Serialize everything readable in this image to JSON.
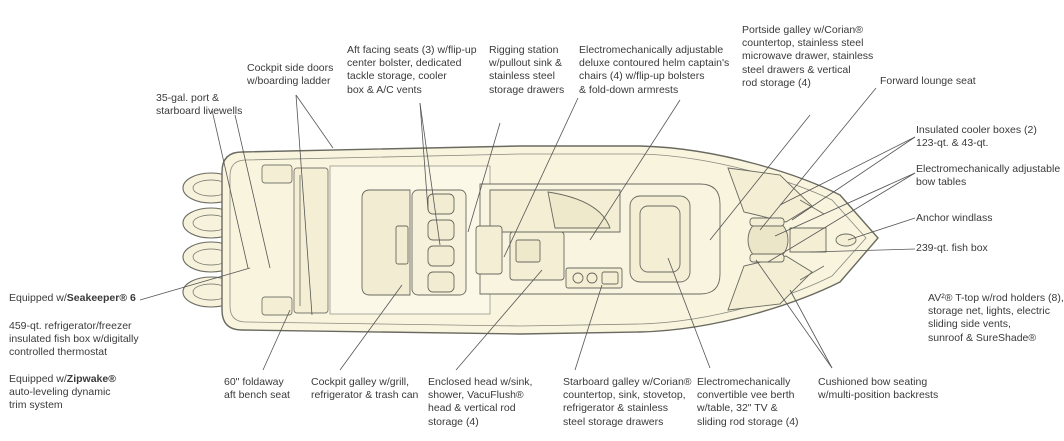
{
  "labels": {
    "livewells": "35-gal. port &\nstarboard livewells",
    "side_doors": "Cockpit side doors\nw/boarding ladder",
    "aft_seats": "Aft facing seats (3) w/flip-up\ncenter bolster, dedicated\ntackle storage, cooler\nbox & A/C vents",
    "rigging": "Rigging station\nw/pullout sink &\nstainless steel\nstorage drawers",
    "helm_chairs": "Electromechanically adjustable\ndeluxe contoured helm captain's\nchairs (4) w/flip-up bolsters\n& fold-down armrests",
    "port_galley": "Portside galley w/Corian®\ncountertop, stainless steel\nmicrowave drawer, stainless\nsteel drawers & vertical\nrod storage (4)",
    "lounge": "Forward lounge seat",
    "cooler": "Insulated cooler boxes (2)\n123-qt. & 43-qt.",
    "bow_tables": "Electromechanically adjustable\nbow tables",
    "windlass": "Anchor windlass",
    "fish_box": "239-qt. fish box",
    "seakeeper_prefix": "Equipped w/",
    "seakeeper_brand": "Seakeeper® 6",
    "fridge": "459-qt. refrigerator/freezer\ninsulated fish box w/digitally\ncontrolled thermostat",
    "zipwake_prefix": "Equipped w/",
    "zipwake_brand": "Zipwake®",
    "zipwake_body": "auto-leveling dynamic\ntrim system",
    "bench": "60\" foldaway\naft bench seat",
    "cockpit_galley": "Cockpit galley w/grill,\nrefrigerator & trash can",
    "head": "Enclosed head w/sink,\nshower, VacuFlush®\nhead & vertical rod\nstorage (4)",
    "stbd_galley": "Starboard galley w/Corian®\ncountertop, sink, stovetop,\nrefrigerator & stainless\nsteel storage drawers",
    "vee_berth": "Electromechanically\nconvertible vee berth\nw/table, 32\" TV &\nsliding rod storage (4)",
    "bow_seating": "Cushioned bow seating\nw/multi-position backrests",
    "ttop": "AV²® T-top w/rod holders (8),\nstorage net, lights, electric\nsliding side vents,\nsunroof & SureShade®"
  }
}
